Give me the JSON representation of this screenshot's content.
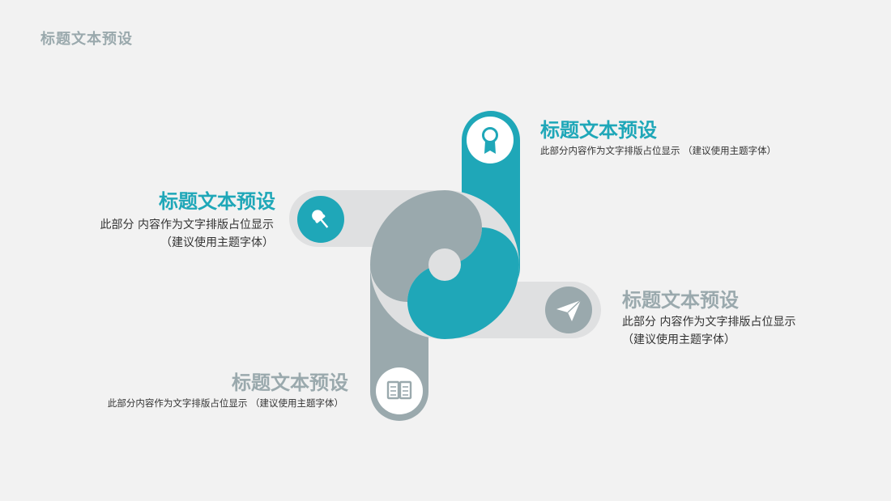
{
  "page": {
    "title": "标题文本预设"
  },
  "colors": {
    "teal": "#1fa7b8",
    "gray_dark": "#9aa9ad",
    "gray_light": "#dfe0e1",
    "background": "#f2f2f2"
  },
  "items": [
    {
      "title": "标题文本预设",
      "text": "此部分内容作为文字排版占位显示 （建议使用主题字体）",
      "icon": "award-ribbon-icon"
    },
    {
      "title": "标题文本预设",
      "text": "此部分 内容作为文字排版占位显示\n（建议使用主题字体）",
      "icon": "pushpin-icon"
    },
    {
      "title": "标题文本预设",
      "text": "此部分 内容作为文字排版占位显示\n（建议使用主题字体）",
      "icon": "paper-plane-icon"
    },
    {
      "title": "标题文本预设",
      "text": "此部分内容作为文字排版占位显示 （建议使用主题字体）",
      "icon": "open-book-icon"
    }
  ]
}
